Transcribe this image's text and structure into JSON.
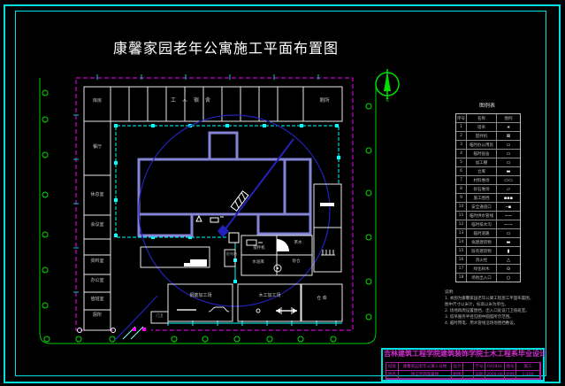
{
  "sheet": {
    "title": "康馨家园老年公寓施工平面布置图"
  },
  "north": {
    "label": "北"
  },
  "plan": {
    "top_row": {
      "room_left": "库房",
      "dorm": "工人宿舍",
      "room_right": "厕所"
    },
    "left_rooms": [
      {
        "label": "餐厅"
      },
      {
        "label": "休息室"
      },
      {
        "label": "会议室"
      },
      {
        "label": "资料室"
      },
      {
        "label": "办公室"
      },
      {
        "label": "值班室"
      },
      {
        "label": "厕所"
      }
    ],
    "mix_area": {
      "tl": "搅拌机",
      "tr": "茶水",
      "bl": "水泥库",
      "br": "砂仓"
    },
    "power_box": "配电箱",
    "sheds": [
      {
        "label": "钢筋加工场"
      },
      {
        "label": "木工加工场"
      },
      {
        "label": "仓  库"
      }
    ],
    "gatehouse": "门卫"
  },
  "legend": {
    "title": "图例表",
    "headers": [
      "序号",
      "名称",
      "图例"
    ],
    "rows": [
      {
        "no": "1",
        "name": "塔吊",
        "symbol": "∗"
      },
      {
        "no": "2",
        "name": "搅拌机",
        "symbol": "⊠"
      },
      {
        "no": "3",
        "name": "临时办公用房",
        "symbol": "▭"
      },
      {
        "no": "4",
        "name": "临时宿舍",
        "symbol": "▭"
      },
      {
        "no": "5",
        "name": "加工棚",
        "symbol": "▭"
      },
      {
        "no": "6",
        "name": "仓库",
        "symbol": "▬"
      },
      {
        "no": "7",
        "name": "材料堆场",
        "symbol": "▭▭"
      },
      {
        "no": "8",
        "name": "砂石堆场",
        "symbol": "▱"
      },
      {
        "no": "9",
        "name": "施工围挡",
        "symbol": "▪▪▪"
      },
      {
        "no": "10",
        "name": "安全通道口",
        "symbol": "─▪"
      },
      {
        "no": "11",
        "name": "临时供水管线",
        "symbol": "─·─"
      },
      {
        "no": "12",
        "name": "临时排水沟",
        "symbol": "─··─"
      },
      {
        "no": "13",
        "name": "临时道路",
        "symbol": "▭"
      },
      {
        "no": "14",
        "name": "拟建建筑物",
        "symbol": "▬"
      },
      {
        "no": "15",
        "name": "既有建筑物",
        "symbol": "▮"
      },
      {
        "no": "16",
        "name": "消火栓",
        "symbol": "△"
      },
      {
        "no": "17",
        "name": "绿化树木",
        "symbol": "⊙"
      },
      {
        "no": "18",
        "name": "场地出入口",
        "symbol": "○"
      }
    ]
  },
  "notes": {
    "heading": "说明:",
    "lines": [
      "1. 本图为康馨家园老年公寓工程施工平面布置图，",
      "    图中尺寸以米计，标高以米为单位。",
      "2. 场地四周设置围挡，出入口处设门卫值班室。",
      "3. 塔吊服务半径见图中圆弧所示范围。",
      "4. 临时用电、用水管线沿场地围挡敷设。"
    ]
  },
  "title_block": {
    "school_line": "吉林建筑工程学院建筑装饰学院土木工程系毕业设计",
    "rows": [
      {
        "c1": "班级",
        "c2": "康馨家园老年公寓１号楼",
        "c3": "设计",
        "c4": "",
        "c5": "学号",
        "c6": "040931",
        "c7": "图号",
        "c8": "施工"
      },
      {
        "c1": "图名",
        "c2": "施工平面布置图",
        "c3": "制图",
        "c4": "",
        "c5": "日期",
        "c6": "2009.06",
        "c7": "比例",
        "c8": "1:200"
      }
    ]
  },
  "colors": {
    "frame_cyan": "#00e0e0",
    "boundary_magenta": "#ff00ff",
    "fence_cyan": "#00ffff",
    "tree_green": "#00cc00",
    "building_purple": "#8585d6",
    "crane_blue": "#2222bb",
    "text_white": "#ffffff",
    "block_magenta": "#c02ac0"
  }
}
